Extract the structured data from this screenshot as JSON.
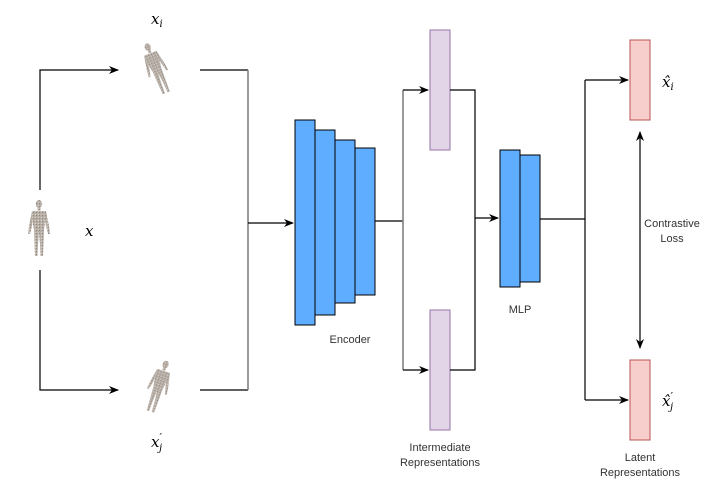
{
  "diagram": {
    "title": "Contrastive learning pipeline",
    "inputs": {
      "original": {
        "symbol": "x",
        "icon": "human-body-icon"
      },
      "view_i": {
        "symbol": "x",
        "subscript": "i",
        "prime": "",
        "icon": "human-body-icon"
      },
      "view_j": {
        "symbol": "x",
        "subscript": "j",
        "prime": "′",
        "icon": "human-body-icon"
      }
    },
    "encoder": {
      "label": "Encoder",
      "layers": 4,
      "color": "#5fadff"
    },
    "intermediate": {
      "label_line1": "Intermediate",
      "label_line2": "Representations",
      "color": "#e1d5e7",
      "border": "#9673a6"
    },
    "mlp": {
      "label": "MLP",
      "layers": 2,
      "color": "#5fadff"
    },
    "latent": {
      "label_line1": "Latent",
      "label_line2": "Representations",
      "color": "#f8cecc",
      "border": "#b85450",
      "top": {
        "symbol": "x̂",
        "subscript": "i",
        "prime": ""
      },
      "bottom": {
        "symbol": "x̂",
        "subscript": "j",
        "prime": "′"
      }
    },
    "loss": {
      "label_line1": "Contrastive",
      "label_line2": "Loss"
    }
  }
}
